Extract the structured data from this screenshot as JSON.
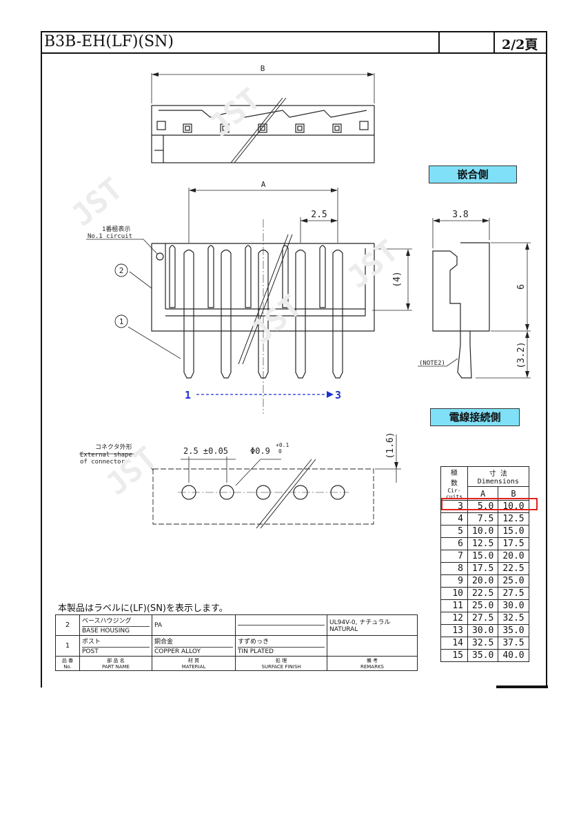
{
  "header": {
    "title": "B3B-EH(LF)(SN)",
    "page": "2/2頁"
  },
  "labels": {
    "mating_side": "嵌合側",
    "wire_side": "電線接続側",
    "circuit1_ja": "1番極表示",
    "circuit1_en": "No.1 circuit",
    "outline_ja": "コネクタ外形",
    "outline_en1": "External shape",
    "outline_en2": "of connector",
    "note2": "(NOTE2)",
    "pitch_tol": "2.5 ±0.05",
    "hole": "Φ0.9",
    "hole_tol": "+0.1",
    "hole_tol2": "0",
    "dim_b": "B",
    "dim_a": "A",
    "dim_pitch": "2.5",
    "dim_4": "(4)",
    "dim_38": "3.8",
    "dim_6": "6",
    "dim_32": "(3.2)",
    "dim_16": "(1.6)",
    "callout_1": "1",
    "callout_2": "2",
    "arrow_start": "1",
    "arrow_end": "3",
    "watermark": "JST"
  },
  "dims_table": {
    "h_circuits_ja": "極 数",
    "h_circuits_en": "Cir-cuits",
    "h_dims_ja": "寸 法",
    "h_dims_en": "Dimensions",
    "h_a": "A",
    "h_b": "B",
    "rows": [
      {
        "c": "3",
        "a": "5.0",
        "b": "10.0"
      },
      {
        "c": "4",
        "a": "7.5",
        "b": "12.5"
      },
      {
        "c": "5",
        "a": "10.0",
        "b": "15.0"
      },
      {
        "c": "6",
        "a": "12.5",
        "b": "17.5"
      },
      {
        "c": "7",
        "a": "15.0",
        "b": "20.0"
      },
      {
        "c": "8",
        "a": "17.5",
        "b": "22.5"
      },
      {
        "c": "9",
        "a": "20.0",
        "b": "25.0"
      },
      {
        "c": "10",
        "a": "22.5",
        "b": "27.5"
      },
      {
        "c": "11",
        "a": "25.0",
        "b": "30.0"
      },
      {
        "c": "12",
        "a": "27.5",
        "b": "32.5"
      },
      {
        "c": "13",
        "a": "30.0",
        "b": "35.0"
      },
      {
        "c": "14",
        "a": "32.5",
        "b": "37.5"
      },
      {
        "c": "15",
        "a": "35.0",
        "b": "40.0"
      }
    ],
    "highlight_color": "#e0201c"
  },
  "parts": {
    "note": "本製品はラベルに(LF)(SN)を表示します。",
    "rows": [
      {
        "no": "2",
        "name_ja": "ベースハウジング",
        "name_en": "BASE HOUSING",
        "material": "PA",
        "finish": "",
        "remarks_a": "UL94V-0,",
        "remarks_ja": "ナチュラル",
        "remarks_en": "NATURAL"
      },
      {
        "no": "1",
        "name_ja": "ポスト",
        "name_en": "POST",
        "material_ja": "銅合金",
        "material": "COPPER ALLOY",
        "finish_ja": "すずめっき",
        "finish": "TIN PLATED",
        "remarks_a": "",
        "remarks_ja": "",
        "remarks_en": ""
      }
    ],
    "headers": {
      "no_ja": "品 番",
      "no_en": "No.",
      "name_ja": "部 品 名",
      "name_en": "PART NAME",
      "mat_ja": "材 質",
      "mat_en": "MATERIAL",
      "fin_ja": "処 理",
      "fin_en": "SURFACE FINISH",
      "rem_ja": "備 考",
      "rem_en": "REMARKS"
    }
  },
  "colors": {
    "label_bg": "#7fe0f8",
    "arrow": "#1a2fd0",
    "highlight": "#e0201c"
  }
}
